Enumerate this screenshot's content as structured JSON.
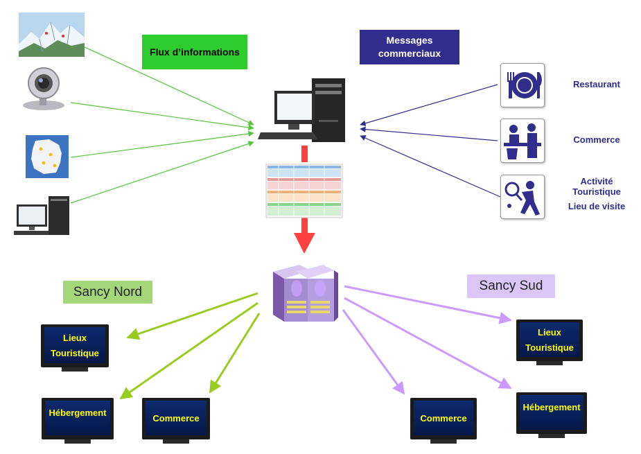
{
  "labels": {
    "flux": "Flux d’informations",
    "messages": "Messages commerciaux",
    "sancy_nord": "Sancy Nord",
    "sancy_sud": "Sancy Sud"
  },
  "services": {
    "restaurant": "Restaurant",
    "commerce": "Commerce",
    "activite": "Activité Touristique",
    "lieu_visite": "Lieu de visite"
  },
  "screens": {
    "nord_lieux": "Lieux Touristique",
    "nord_hebergement": "Hébergement",
    "nord_commerce": "Commerce",
    "sud_lieux": "Lieux Touristique",
    "sud_hebergement": "Hébergement",
    "sud_commerce": "Commerce"
  },
  "colors": {
    "green_arrow": "#55c43a",
    "navy_arrow": "#2e2d8c",
    "olive_arrow": "#99cc1f",
    "lavender_arrow": "#cc99ff",
    "red_arrow": "#ff4040",
    "flux_box": "#2ecc2e",
    "messages_box": "#302d8c",
    "nord_box": "#a4d67a",
    "sud_box": "#dcc5f7"
  }
}
